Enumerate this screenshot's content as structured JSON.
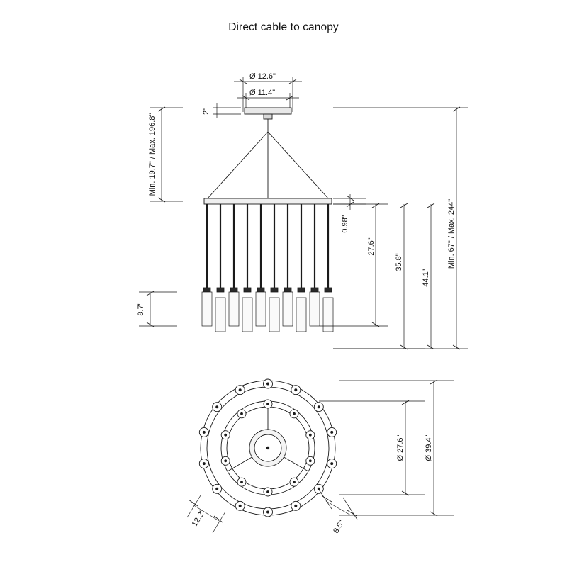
{
  "title": "Direct cable to canopy",
  "diagram": {
    "type": "technical-dimension-drawing",
    "views": [
      "elevation",
      "plan"
    ],
    "dimensions": {
      "canopy_outer_diameter": "Ø 12.6\"",
      "canopy_inner_diameter": "Ø 11.4\"",
      "canopy_height": "2\"",
      "suspension_range": "Min. 19.7\" / Max. 196.8\"",
      "total_range": "Min. 67\" / Max. 244\"",
      "plate_thickness": "0.98\"",
      "inner_drop": "27.6\"",
      "mid_drop": "35.8\"",
      "outer_drop": "44.1\"",
      "shade_height": "8.7\"",
      "inner_ring_diameter": "Ø 27.6\"",
      "outer_ring_diameter": "Ø 39.4\"",
      "outer_ring_spacing": "12.2\"",
      "inner_ring_spacing": "8.5\""
    }
  },
  "labels": {
    "canopy_outer_diameter": "Ø 12.6\"",
    "canopy_inner_diameter": "Ø 11.4\"",
    "canopy_height": "2\"",
    "suspension_range": "Min. 19.7\" / Max. 196.8\"",
    "total_range": "Min. 67\" / Max. 244\"",
    "plate_thickness": "0.98\"",
    "inner_drop": "27.6\"",
    "mid_drop": "35.8\"",
    "outer_drop": "44.1\"",
    "shade_height": "8.7\"",
    "inner_ring_diameter": "Ø 27.6\"",
    "outer_ring_diameter": "Ø 39.4\"",
    "outer_ring_spacing": "12.2\"",
    "inner_ring_spacing": "8.5\""
  },
  "colors": {
    "line": "#1a1a1a",
    "dim_line": "#1a1a1a",
    "fill_light": "#f2f2f2",
    "background": "#ffffff"
  }
}
